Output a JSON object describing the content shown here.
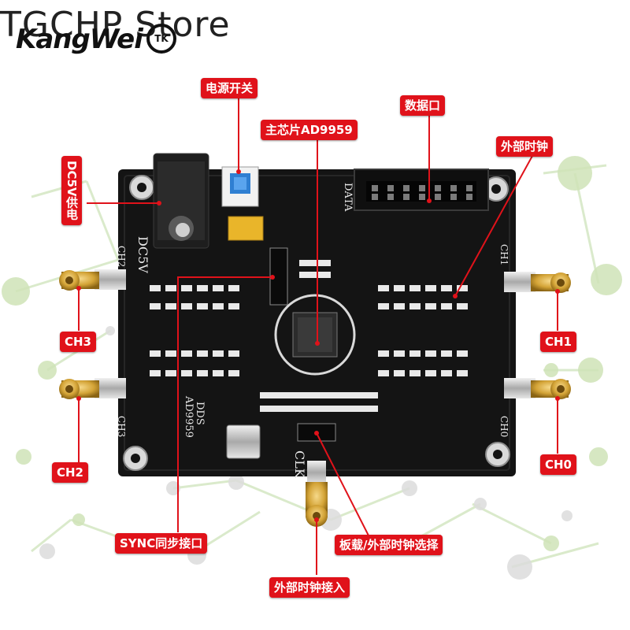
{
  "store": {
    "title": "TGCHP Store",
    "brand": "KangWei",
    "brand_badge": "TK"
  },
  "board": {
    "silkscreen": {
      "dc_jack": "DC5V",
      "data": "DATA",
      "clk": "CLK",
      "model": "AD9959",
      "dds": "DDS",
      "ch0": "CH0",
      "ch1": "CH1",
      "ch2": "CH2",
      "ch3": "CH3"
    }
  },
  "callouts": {
    "power_switch": "电源开关",
    "data_port": "数据口",
    "main_chip": "主芯片AD9959",
    "ext_clock": "外部时钟",
    "dc_supply": "DC5V供电",
    "ch3": "CH3",
    "ch2": "CH2",
    "ch1": "CH1",
    "ch0": "CH0",
    "sync_port": "SYNC同步接口",
    "clock_select": "板载/外部时钟选择",
    "ext_clock_input": "外部时钟接入"
  },
  "colors": {
    "callout_bg": "#e0121a",
    "pcb": "#141414",
    "gold": "#d4a437",
    "network": "#c9e3b0"
  }
}
